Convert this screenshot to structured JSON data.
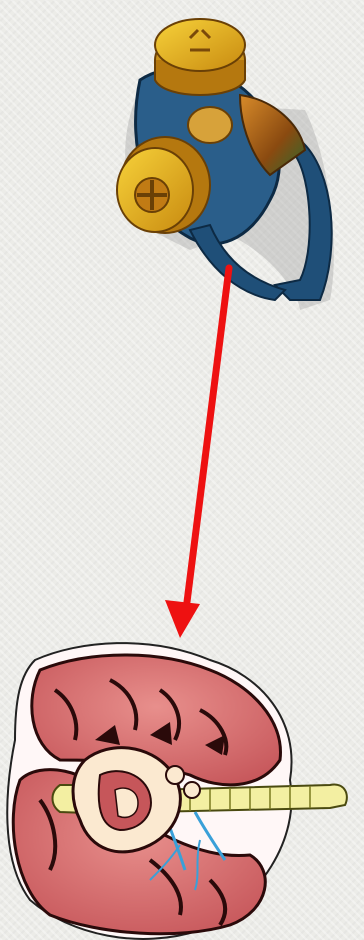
{
  "scene": {
    "background_color": "#ecece8",
    "items": [
      {
        "name": "gas-mask",
        "kind": "clipart"
      },
      {
        "name": "red-arrow",
        "kind": "arrow",
        "color": "#ee1111"
      },
      {
        "name": "lungs-heart",
        "kind": "clipart"
      }
    ]
  }
}
